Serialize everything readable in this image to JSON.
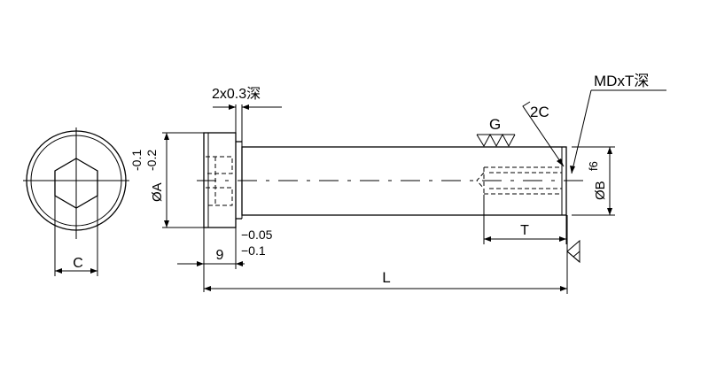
{
  "labels": {
    "chamfer_top": "2x0.3深",
    "diameter_a": "ØA",
    "tol_a_upper": "-0.1",
    "tol_a_lower": "-0.2",
    "grinding": "G",
    "chamfer_end": "2C",
    "thread": "MDxT深",
    "diameter_b": "ØB",
    "fit_b": "f6",
    "thread_depth": "T",
    "tol_head_upper": "−0.05",
    "tol_head_lower": "−0.1",
    "head_length": "9",
    "length": "L",
    "hex_size": "C"
  }
}
